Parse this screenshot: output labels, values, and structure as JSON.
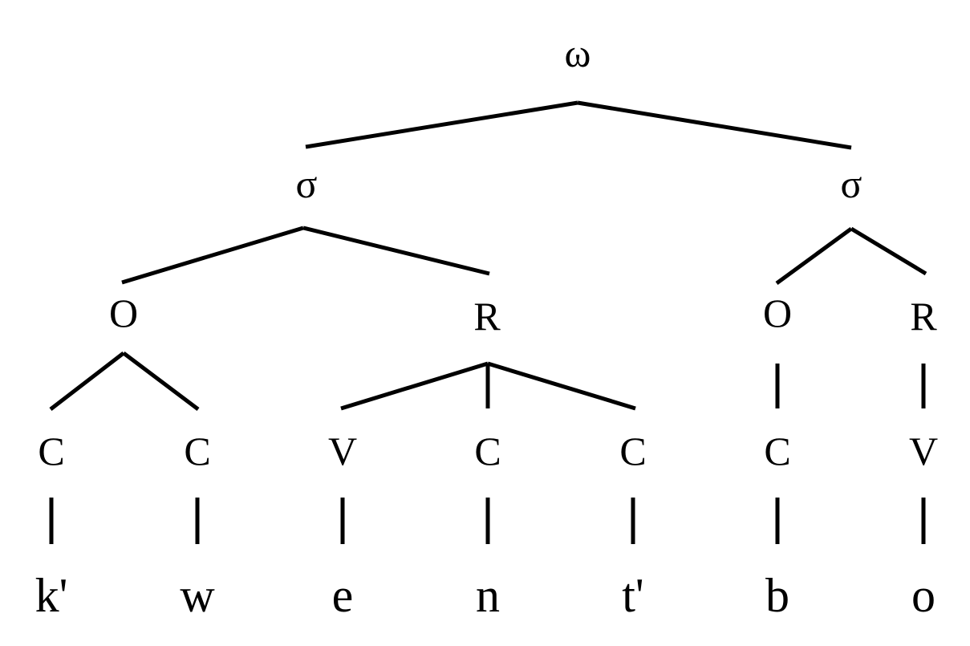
{
  "tree": {
    "root": "ω",
    "syllables": [
      {
        "label": "σ",
        "onset": {
          "label": "O",
          "slots": [
            {
              "label": "C",
              "segment": "k'"
            },
            {
              "label": "C",
              "segment": "w"
            }
          ]
        },
        "rime": {
          "label": "R",
          "slots": [
            {
              "label": "V",
              "segment": "e"
            },
            {
              "label": "C",
              "segment": "n"
            },
            {
              "label": "C",
              "segment": "t'"
            }
          ]
        }
      },
      {
        "label": "σ",
        "onset": {
          "label": "O",
          "slots": [
            {
              "label": "C",
              "segment": "b"
            }
          ]
        },
        "rime": {
          "label": "R",
          "slots": [
            {
              "label": "V",
              "segment": "o"
            }
          ]
        }
      }
    ]
  }
}
